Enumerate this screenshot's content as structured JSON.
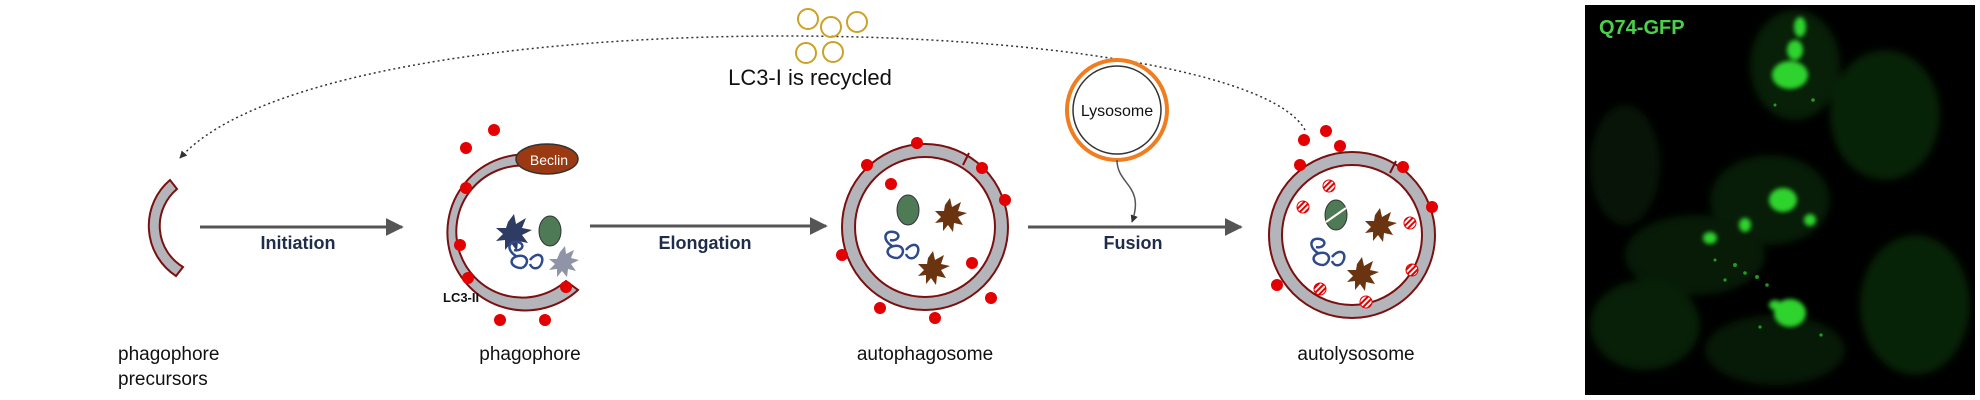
{
  "recycle_label": "LC3-I is recycled",
  "steps": {
    "initiation": "Initiation",
    "elongation": "Elongation",
    "fusion": "Fusion"
  },
  "stages": {
    "precursors_line1": "phagophore",
    "precursors_line2": "precursors",
    "phagophore": "phagophore",
    "autophagosome": "autophagosome",
    "autolysosome": "autolysosome"
  },
  "labels": {
    "beclin": "Beclin",
    "lc3": "LC3-II",
    "lysosome": "Lysosome"
  },
  "micrograph": {
    "label": "Q74-GFP"
  },
  "colors": {
    "membrane_fill": "#b3b5ba",
    "membrane_stroke": "#7a1010",
    "lc3_dot": "#e30000",
    "beclin": "#9b3a12",
    "lysosome": "#f07d1f",
    "arrow": "#555555",
    "recycle_ring": "#c9a227",
    "gfp": "#2fd32f"
  }
}
